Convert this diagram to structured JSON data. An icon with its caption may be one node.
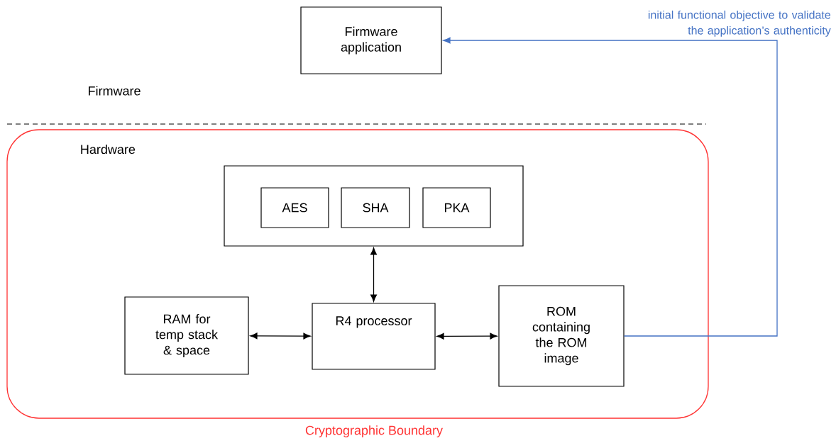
{
  "diagram": {
    "nodes": [
      {
        "text": [
          "Firmware application"
        ]
      },
      {
        "text": [
          "Hardware"
        ],
        "beside": [
          "Cryptographic Boundary"
        ]
      },
      {
        "text": [],
        "shape": "box",
        "in": 1
      },
      {
        "text": [
          "AES"
        ],
        "in": 2
      },
      {
        "text": [
          "SHA"
        ],
        "in": 2
      },
      {
        "text": [
          "PKA"
        ],
        "in": 2
      },
      {
        "text": [
          "RAM for temp stack & space"
        ],
        "in": 1
      },
      {
        "text": [
          "R4 processor"
        ],
        "in": 1
      },
      {
        "text": [
          "ROM containing the ROM image"
        ],
        "in": 1
      }
    ],
    "edges": [
      {
        "from": 2,
        "to": 7,
        "arrow": "both"
      },
      {
        "from": 6,
        "to": 7,
        "arrow": "both"
      },
      {
        "from": 7,
        "to": 8,
        "arrow": "both"
      },
      {
        "from": 8,
        "to": 0,
        "arrow": "to",
        "label": "initial functional objective to validate the application’s authenticity",
        "color": "#4472c4"
      }
    ],
    "labels": [
      "Firmware"
    ]
  }
}
